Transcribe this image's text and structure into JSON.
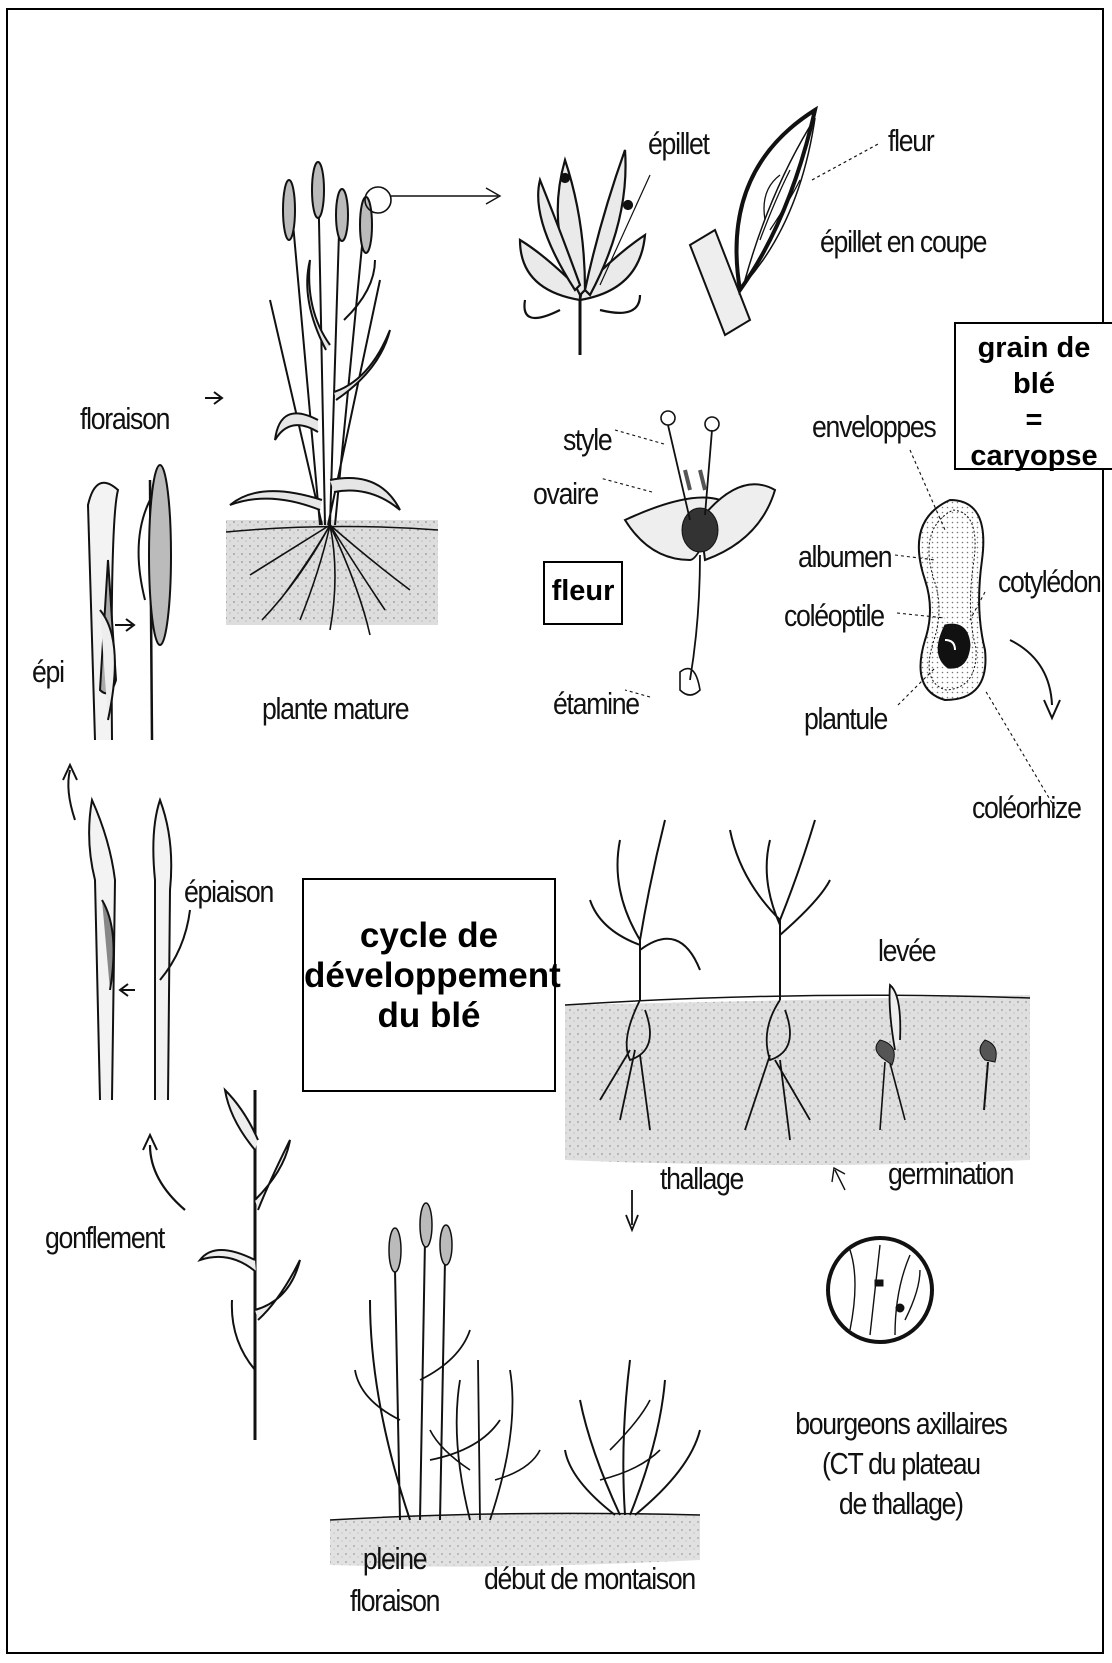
{
  "title": {
    "lines": [
      "cycle de",
      "développement",
      "du blé"
    ]
  },
  "grain_box": {
    "lines": [
      "grain de blé",
      "=",
      "caryopse"
    ]
  },
  "flower_box": {
    "label": "fleur"
  },
  "labels": {
    "epillet": "épillet",
    "fleur": "fleur",
    "epillet_coupe": "épillet en coupe",
    "floraison": "floraison",
    "style": "style",
    "ovaire": "ovaire",
    "enveloppes": "enveloppes",
    "albumen": "albumen",
    "cotyledon": "cotylédon",
    "coleoptile": "coléoptile",
    "epi": "épi",
    "plante_mature": "plante mature",
    "etamine": "étamine",
    "plantule": "plantule",
    "coleorhize": "coléorhize",
    "epiaison": "épiaison",
    "levee": "levée",
    "thallage": "thallage",
    "germination": "germination",
    "gonflement": "gonflement",
    "bourgeons": [
      "bourgeons axillaires",
      "(CT du plateau",
      "de thallage)"
    ],
    "pleine_floraison": [
      "pleine",
      "floraison"
    ],
    "debut_montaison": "début de montaison"
  }
}
